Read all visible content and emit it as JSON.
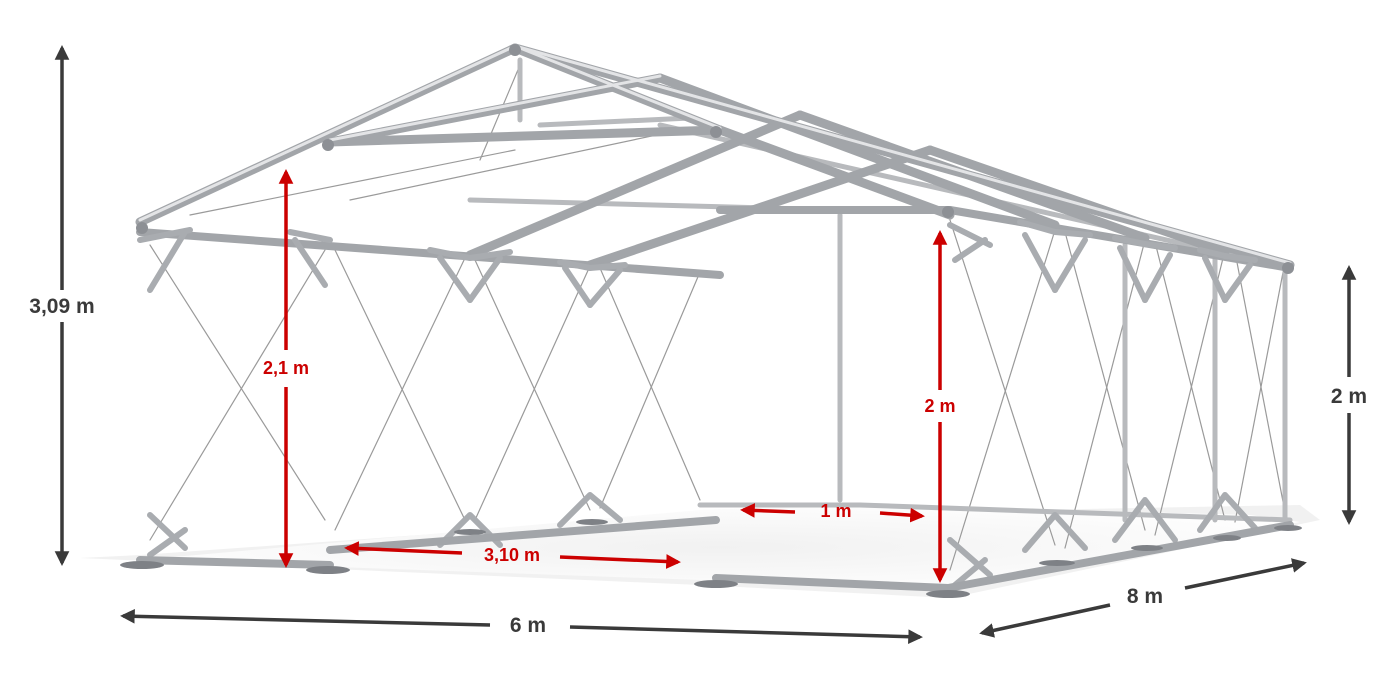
{
  "dimensions": {
    "total_height": "3,09 m",
    "side_height": "2 m",
    "width": "6 m",
    "length": "8 m"
  },
  "entrance": {
    "gable_height": "2,1 m",
    "gable_width": "3,10 m",
    "side_height": "2 m",
    "side_width": "1 m"
  },
  "colors": {
    "dimension_arrow": "#3a3a3a",
    "entrance_arrow": "#cc0000",
    "frame_tube": "#a9acb0",
    "frame_shadow": "#7e8186",
    "brace_wire": "#9a9a9a",
    "floor_shadow": "#eeeeee"
  },
  "icons": {
    "frame": "tent-frame-illustration"
  }
}
